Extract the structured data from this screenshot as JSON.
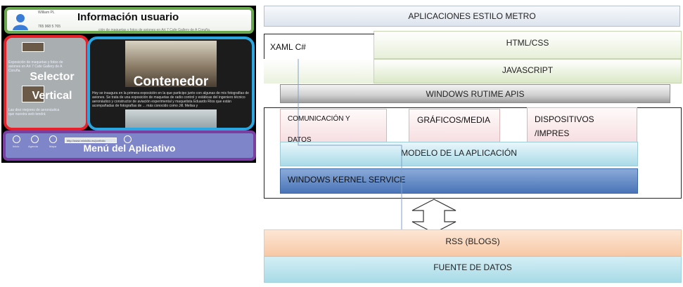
{
  "mockup": {
    "info_title": "Información usuario",
    "info_small_1": "William PL",
    "info_small_2": "765 968 5 765",
    "info_small_3": "ción de maquetas y fotos de aviones en Art 7 Cafe Gallery de A Coruña.",
    "selector_label_1": "Selector",
    "selector_label_2": "Vertical",
    "selector_text_1": "Exposición de maquetas y fotos de aviones en Art 7 Cafe Gallery de A Coruña.",
    "selector_text_2": "Las diez mejores de aeronáutica que nuestra web tendrá",
    "contenedor_label": "Contenedor",
    "contenedor_text": "Hoy se inaugura en la primera exposición en la que participo junto con algunas de mis fotografías de aviones. Se trata de una exposición de maquetas de radio control y estáticas del ingeniero técnico aeronáutico y constructor de aviación experimental y maquetista Eduardo Ríos que están acompañadas de fotografías de ... más conocido como Jill. Melisa y",
    "menu_label": "Menú del Aplicativo",
    "menu_url": "http://www.minisitio.es/portfolio",
    "menu_captions": [
      "Inicio",
      "Agenda",
      "Mapa"
    ]
  },
  "diagram": {
    "metro": "APLICACIONES ESTILO METRO",
    "xaml": "XAML  C#",
    "html_css": "HTML/CSS",
    "javascript": "JAVASCRIPT",
    "winrt": "WINDOWS  RUTIME APIS",
    "comms_1": "COMUNICACIÓN Y",
    "comms_2": "DATOS",
    "graficos": "GRÁFICOS/MEDIA",
    "dispositivos_1": "DISPOSITIVOS",
    "dispositivos_2": "/IMPRES",
    "modelo": "MODELO DE LA APLICACIÓN",
    "kernel": "WINDOWS KERNEL SERVICE",
    "rss": "RSS (BLOGS)",
    "fuente": "FUENTE DE DATOS"
  },
  "colors": {
    "info_border": "#6aa84f",
    "selector_border": "#e8202a",
    "contenedor_border": "#2aa7e0",
    "menu_border": "#7a3fa0",
    "kernel_fill": "#4a74b8",
    "rss_fill": "#f7c9a6",
    "fuente_fill": "#a8dbe7"
  }
}
